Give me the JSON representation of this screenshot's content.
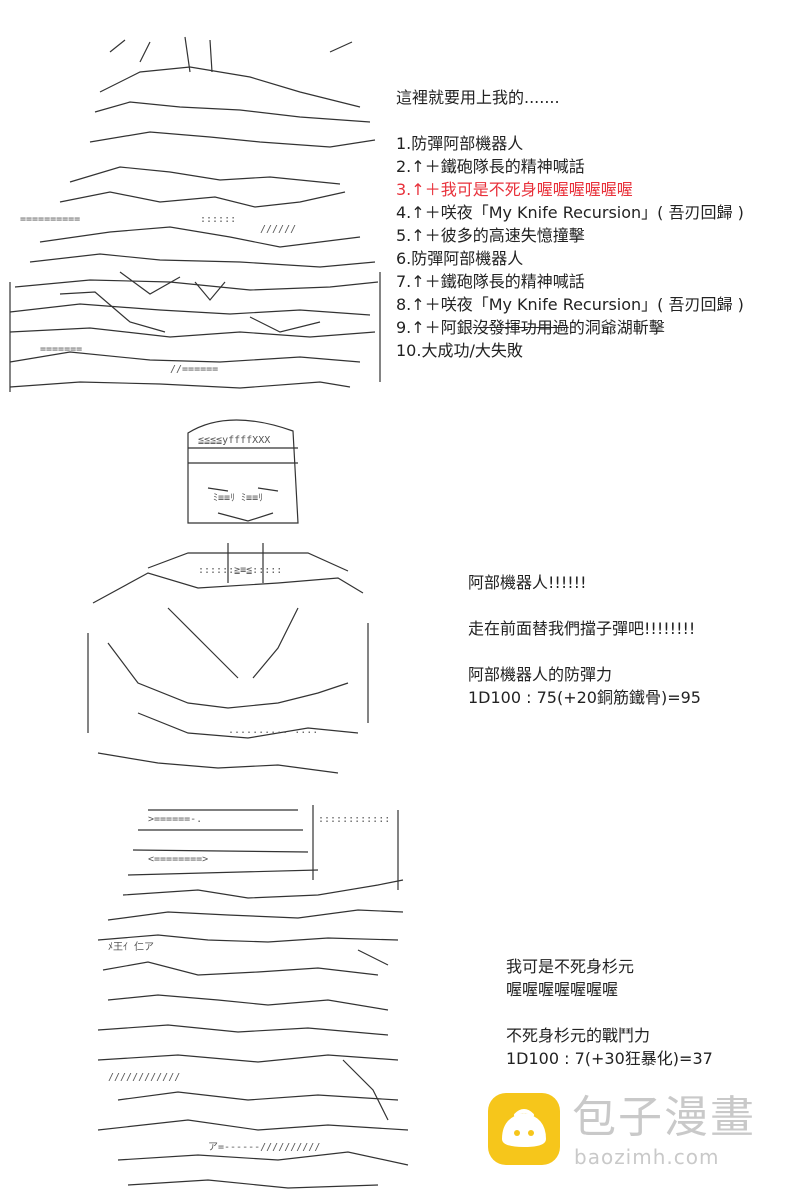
{
  "panel1": {
    "intro": "這裡就要用上我的.......",
    "options": [
      {
        "num": "1.",
        "pre": "",
        "text": "防彈阿部機器人",
        "strike": "",
        "post": ""
      },
      {
        "num": "2.",
        "pre": "↑＋",
        "text": "鐵砲隊長的精神喊話",
        "strike": "",
        "post": ""
      },
      {
        "num": "3.",
        "pre": "↑＋",
        "text": "我可是不死身喔喔喔喔喔喔",
        "strike": "",
        "post": ""
      },
      {
        "num": "4.",
        "pre": "↑＋",
        "text": "咲夜「My Knife Recursion」( 吾刃回歸 )",
        "strike": "",
        "post": ""
      },
      {
        "num": "5.",
        "pre": "↑＋",
        "text": "彼多的高速失憶撞擊",
        "strike": "",
        "post": ""
      },
      {
        "num": "6.",
        "pre": "",
        "text": "防彈阿部機器人",
        "strike": "",
        "post": ""
      },
      {
        "num": "7.",
        "pre": "↑＋",
        "text": "鐵砲隊長的精神喊話",
        "strike": "",
        "post": ""
      },
      {
        "num": "8.",
        "pre": "↑＋",
        "text": "咲夜「My Knife Recursion」( 吾刃回歸 )",
        "strike": "",
        "post": ""
      },
      {
        "num": "9.",
        "pre": "↑＋",
        "text": "阿銀",
        "strike": "沒發揮功用過",
        "post": "的洞爺湖斬擊"
      },
      {
        "num": "10.",
        "pre": "",
        "text": "大成功/大失敗",
        "strike": "",
        "post": ""
      }
    ],
    "highlight_index": 2,
    "highlight_color": "#e8303a"
  },
  "panel2": {
    "name": "阿部機器人!!!!!!",
    "shout": "走在前面替我們擋子彈吧!!!!!!!!",
    "stat_label": "阿部機器人的防彈力",
    "roll": "1D100 : 75(+20銅筋鐵骨)=95"
  },
  "panel3": {
    "line1": "我可是不死身杉元",
    "line2": "喔喔喔喔喔喔喔",
    "stat_label": "不死身杉元的戰鬥力",
    "roll": "1D100 : 7(+30狂暴化)=37"
  },
  "watermark": {
    "title": "包子漫畫",
    "url": "baozimh.com",
    "icon": "bun-icon",
    "badge_color": "#f6c61b"
  }
}
